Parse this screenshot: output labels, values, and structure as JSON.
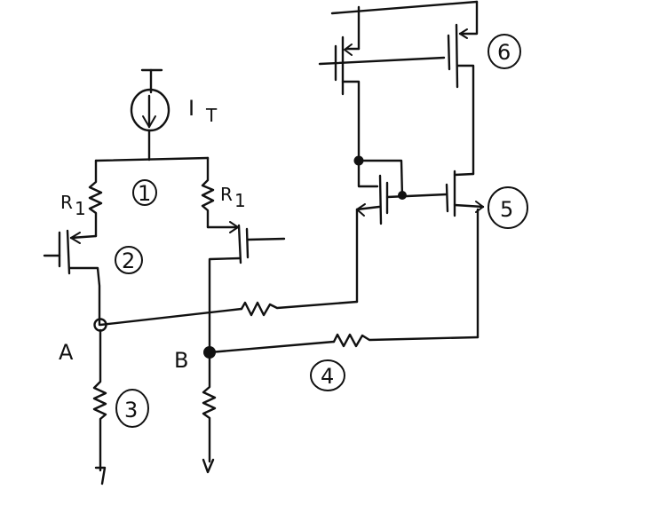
{
  "labels": {
    "current_source": "I",
    "current_source_sub": "T",
    "r_left": "R",
    "r_left_sub": "1",
    "r_right": "R",
    "r_right_sub": "1",
    "node_a": "A",
    "node_b": "B"
  },
  "markers": [
    "1",
    "2",
    "3",
    "4",
    "5",
    "6"
  ]
}
